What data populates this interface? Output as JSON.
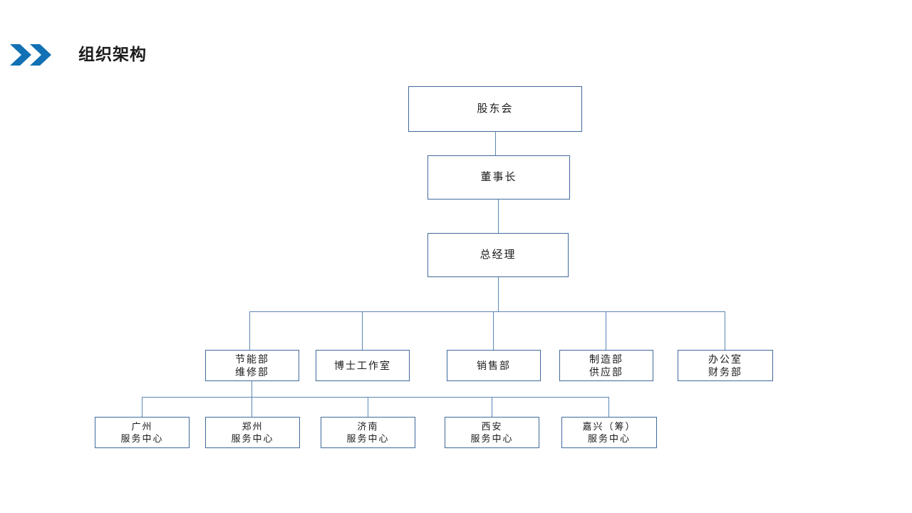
{
  "header": {
    "title": "组织架构",
    "icon_left": "chevron-right-icon",
    "icon_right": "chevron-right-icon",
    "accent_color": "#1271B5",
    "title_color": "#1c1c1c"
  },
  "theme": {
    "box_border_color": "#41699B",
    "connector_color": "#5B87B5",
    "box_fill": "#ffffff",
    "text_color": "#1a1a1a"
  },
  "chart_data": {
    "type": "diagram",
    "title": "组织架构",
    "levels": [
      {
        "name": "level-1-shareholders",
        "nodes": [
          {
            "id": "shareholders",
            "lines": [
              "股东会"
            ]
          }
        ]
      },
      {
        "name": "level-2-chairman",
        "nodes": [
          {
            "id": "chairman",
            "lines": [
              "董事长"
            ]
          }
        ]
      },
      {
        "name": "level-3-general-manager",
        "nodes": [
          {
            "id": "general-manager",
            "lines": [
              "总经理"
            ]
          }
        ]
      },
      {
        "name": "level-4-departments",
        "nodes": [
          {
            "id": "dept-energy-maintenance",
            "lines": [
              "节能部",
              "维修部"
            ]
          },
          {
            "id": "dept-doctoral-studio",
            "lines": [
              "博士工作室"
            ]
          },
          {
            "id": "dept-sales",
            "lines": [
              "销售部"
            ]
          },
          {
            "id": "dept-manufacturing-supply",
            "lines": [
              "制造部",
              "供应部"
            ]
          },
          {
            "id": "dept-office-finance",
            "lines": [
              "办公室",
              "财务部"
            ]
          }
        ]
      },
      {
        "name": "level-5-service-centers",
        "nodes": [
          {
            "id": "center-guangzhou",
            "lines": [
              "广州",
              "服务中心"
            ]
          },
          {
            "id": "center-zhengzhou",
            "lines": [
              "郑州",
              "服务中心"
            ]
          },
          {
            "id": "center-jinan",
            "lines": [
              "济南",
              "服务中心"
            ]
          },
          {
            "id": "center-xian",
            "lines": [
              "西安",
              "服务中心"
            ]
          },
          {
            "id": "center-jiaxing",
            "lines": [
              "嘉兴（筹）",
              "服务中心"
            ]
          }
        ]
      }
    ],
    "edges": [
      {
        "from": "shareholders",
        "to": "chairman"
      },
      {
        "from": "chairman",
        "to": "general-manager"
      },
      {
        "from": "general-manager",
        "to": "dept-energy-maintenance"
      },
      {
        "from": "general-manager",
        "to": "dept-doctoral-studio"
      },
      {
        "from": "general-manager",
        "to": "dept-sales"
      },
      {
        "from": "general-manager",
        "to": "dept-manufacturing-supply"
      },
      {
        "from": "general-manager",
        "to": "dept-office-finance"
      },
      {
        "from": "dept-energy-maintenance",
        "to": "center-guangzhou"
      },
      {
        "from": "dept-energy-maintenance",
        "to": "center-zhengzhou"
      },
      {
        "from": "dept-energy-maintenance",
        "to": "center-jinan"
      },
      {
        "from": "dept-energy-maintenance",
        "to": "center-xian"
      },
      {
        "from": "dept-energy-maintenance",
        "to": "center-jiaxing"
      }
    ]
  }
}
